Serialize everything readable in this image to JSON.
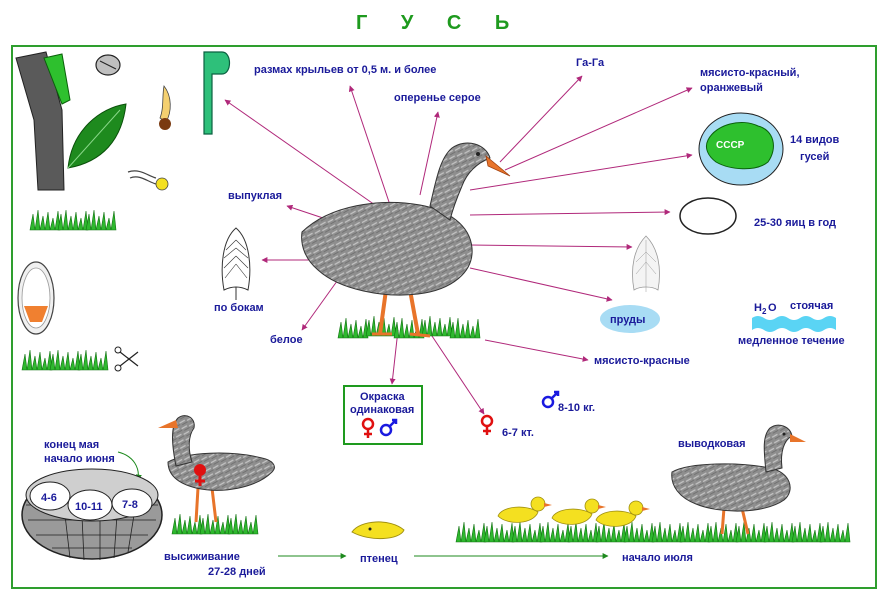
{
  "title": "Г У С Ь",
  "labels": {
    "wingspan": "размах крыльев от 0,5 м. и более",
    "plumage": "оперенье серое",
    "voice": "Га-Га",
    "beak_color_1": "мясисто-красный,",
    "beak_color_2": "оранжевый",
    "species_1": "14 видов",
    "species_2": "гусей",
    "ussr": "СССР",
    "eggs": "25-30 яиц  в год",
    "convex": "выпуклая",
    "sides": "по бокам",
    "white": "белое",
    "ponds": "пруды",
    "h2o_main": "H",
    "h2o_sub": "2",
    "h2o_o": "O",
    "standing": "стоячая",
    "slow_flow": "медленное течение",
    "legs": "мясисто-красные",
    "coloring_1": "Окраска",
    "coloring_2": "одинаковая",
    "male_weight": "8-10 кг.",
    "female_weight": "6-7 кт.",
    "nest_time_1": "конец мая",
    "nest_time_2": "начало июня",
    "brood": "выводковая",
    "clutch_a": "4-6",
    "clutch_b": "10-11",
    "clutch_c": "7-8",
    "incubation": "высиживание",
    "incubation_days": "27-28 дней",
    "chick": "птенец",
    "july": "начало июля"
  },
  "colors": {
    "title": "#1e9a1e",
    "border": "#2e9e2e",
    "label_text": "#1a1a9a",
    "arrow": "#b0287a",
    "goose_body": "#8a8a8a",
    "beak": "#e8742a",
    "grass": "#2eb82e",
    "female_symbol": "#e01010",
    "male_symbol": "#1a1ae0",
    "ponds_fill": "#a8dcf4",
    "chick": "#f4e020"
  }
}
